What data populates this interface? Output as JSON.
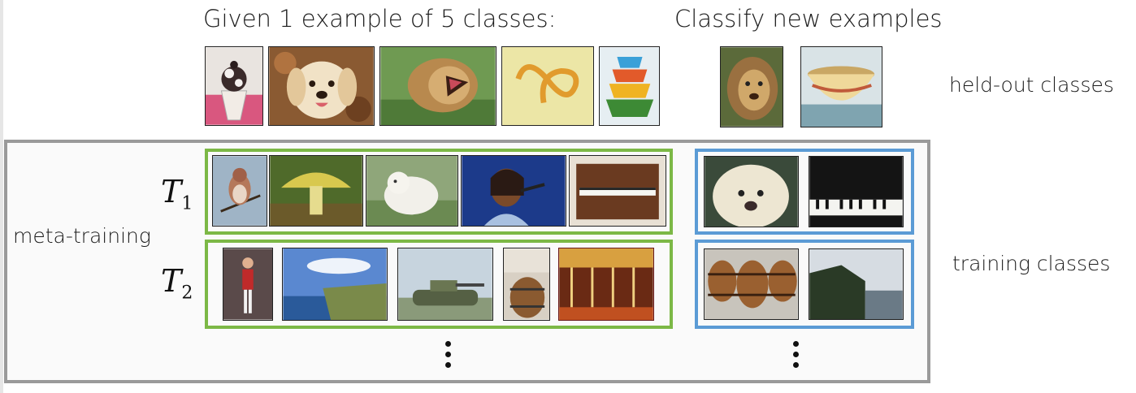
{
  "header": {
    "support_title": "Given 1 example of 5 classes:",
    "query_title": "Classify new examples"
  },
  "row_labels": {
    "held_out": "held-out classes",
    "meta_training": "meta-training",
    "training": "training classes"
  },
  "tasks": [
    {
      "symbol": "T",
      "index": "1"
    },
    {
      "symbol": "T",
      "index": "2"
    }
  ],
  "images": {
    "held_out_support": [
      "sundae",
      "golden-retriever",
      "roaring-lion",
      "yellow-ribbon",
      "nesting-bowls"
    ],
    "held_out_query": [
      "lion",
      "bowl"
    ],
    "task1_support": [
      "bird",
      "mushroom",
      "white-dog",
      "singer",
      "upright-piano"
    ],
    "task1_query": [
      "komondor-dog",
      "grand-piano"
    ],
    "task2_support": [
      "gymnast",
      "sea-cliff",
      "tank",
      "barrel",
      "carousel"
    ],
    "task2_query": [
      "barrels",
      "cliff"
    ]
  },
  "colors": {
    "support_border": "#7cb846",
    "query_border": "#5b9bd5",
    "meta_border": "#9a9a9a"
  }
}
